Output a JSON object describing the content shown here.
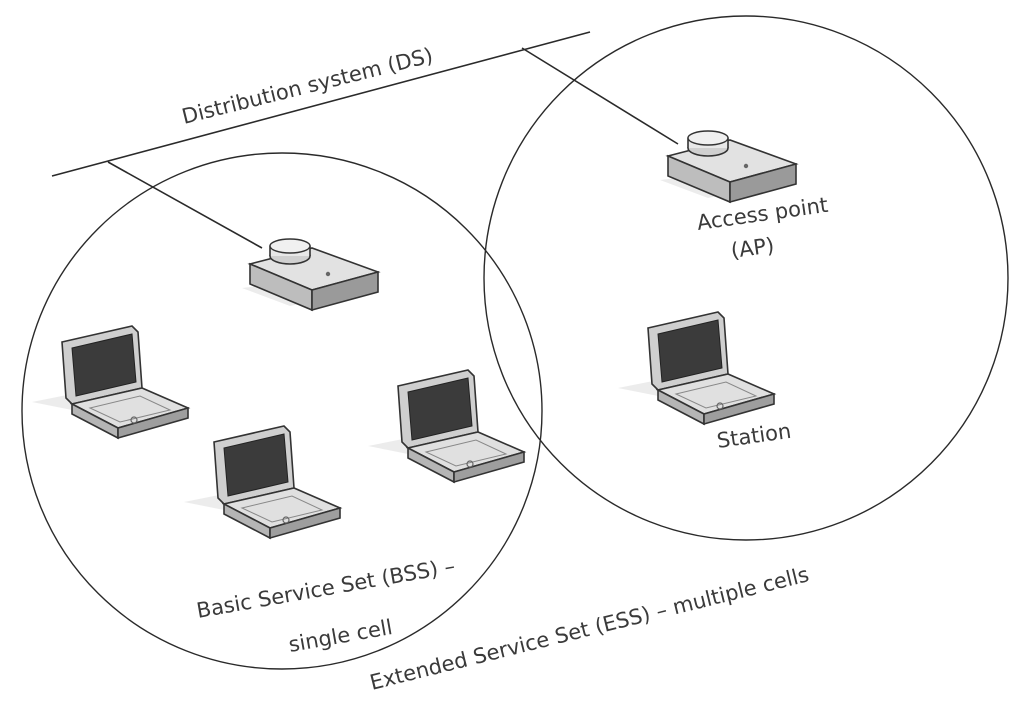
{
  "labels": {
    "ds": "Distribution system (DS)",
    "ap_line1": "Access point",
    "ap_line2": "(AP)",
    "station": "Station",
    "bss_line1": "Basic Service Set (BSS) –",
    "bss_line2": "single cell",
    "ess": "Extended Service Set (ESS) – multiple cells"
  },
  "colors": {
    "line": "#2a2a2a",
    "text": "#3a3a3a",
    "device_body": "#d9d9d9",
    "device_dark": "#8a8a8a",
    "screen": "#3b3b3b"
  },
  "devices": [
    {
      "type": "access-point-icon",
      "cell": "left"
    },
    {
      "type": "access-point-icon",
      "cell": "right"
    },
    {
      "type": "laptop-icon",
      "cell": "left"
    },
    {
      "type": "laptop-icon",
      "cell": "left"
    },
    {
      "type": "laptop-icon",
      "cell": "left"
    },
    {
      "type": "laptop-icon",
      "cell": "right"
    }
  ]
}
